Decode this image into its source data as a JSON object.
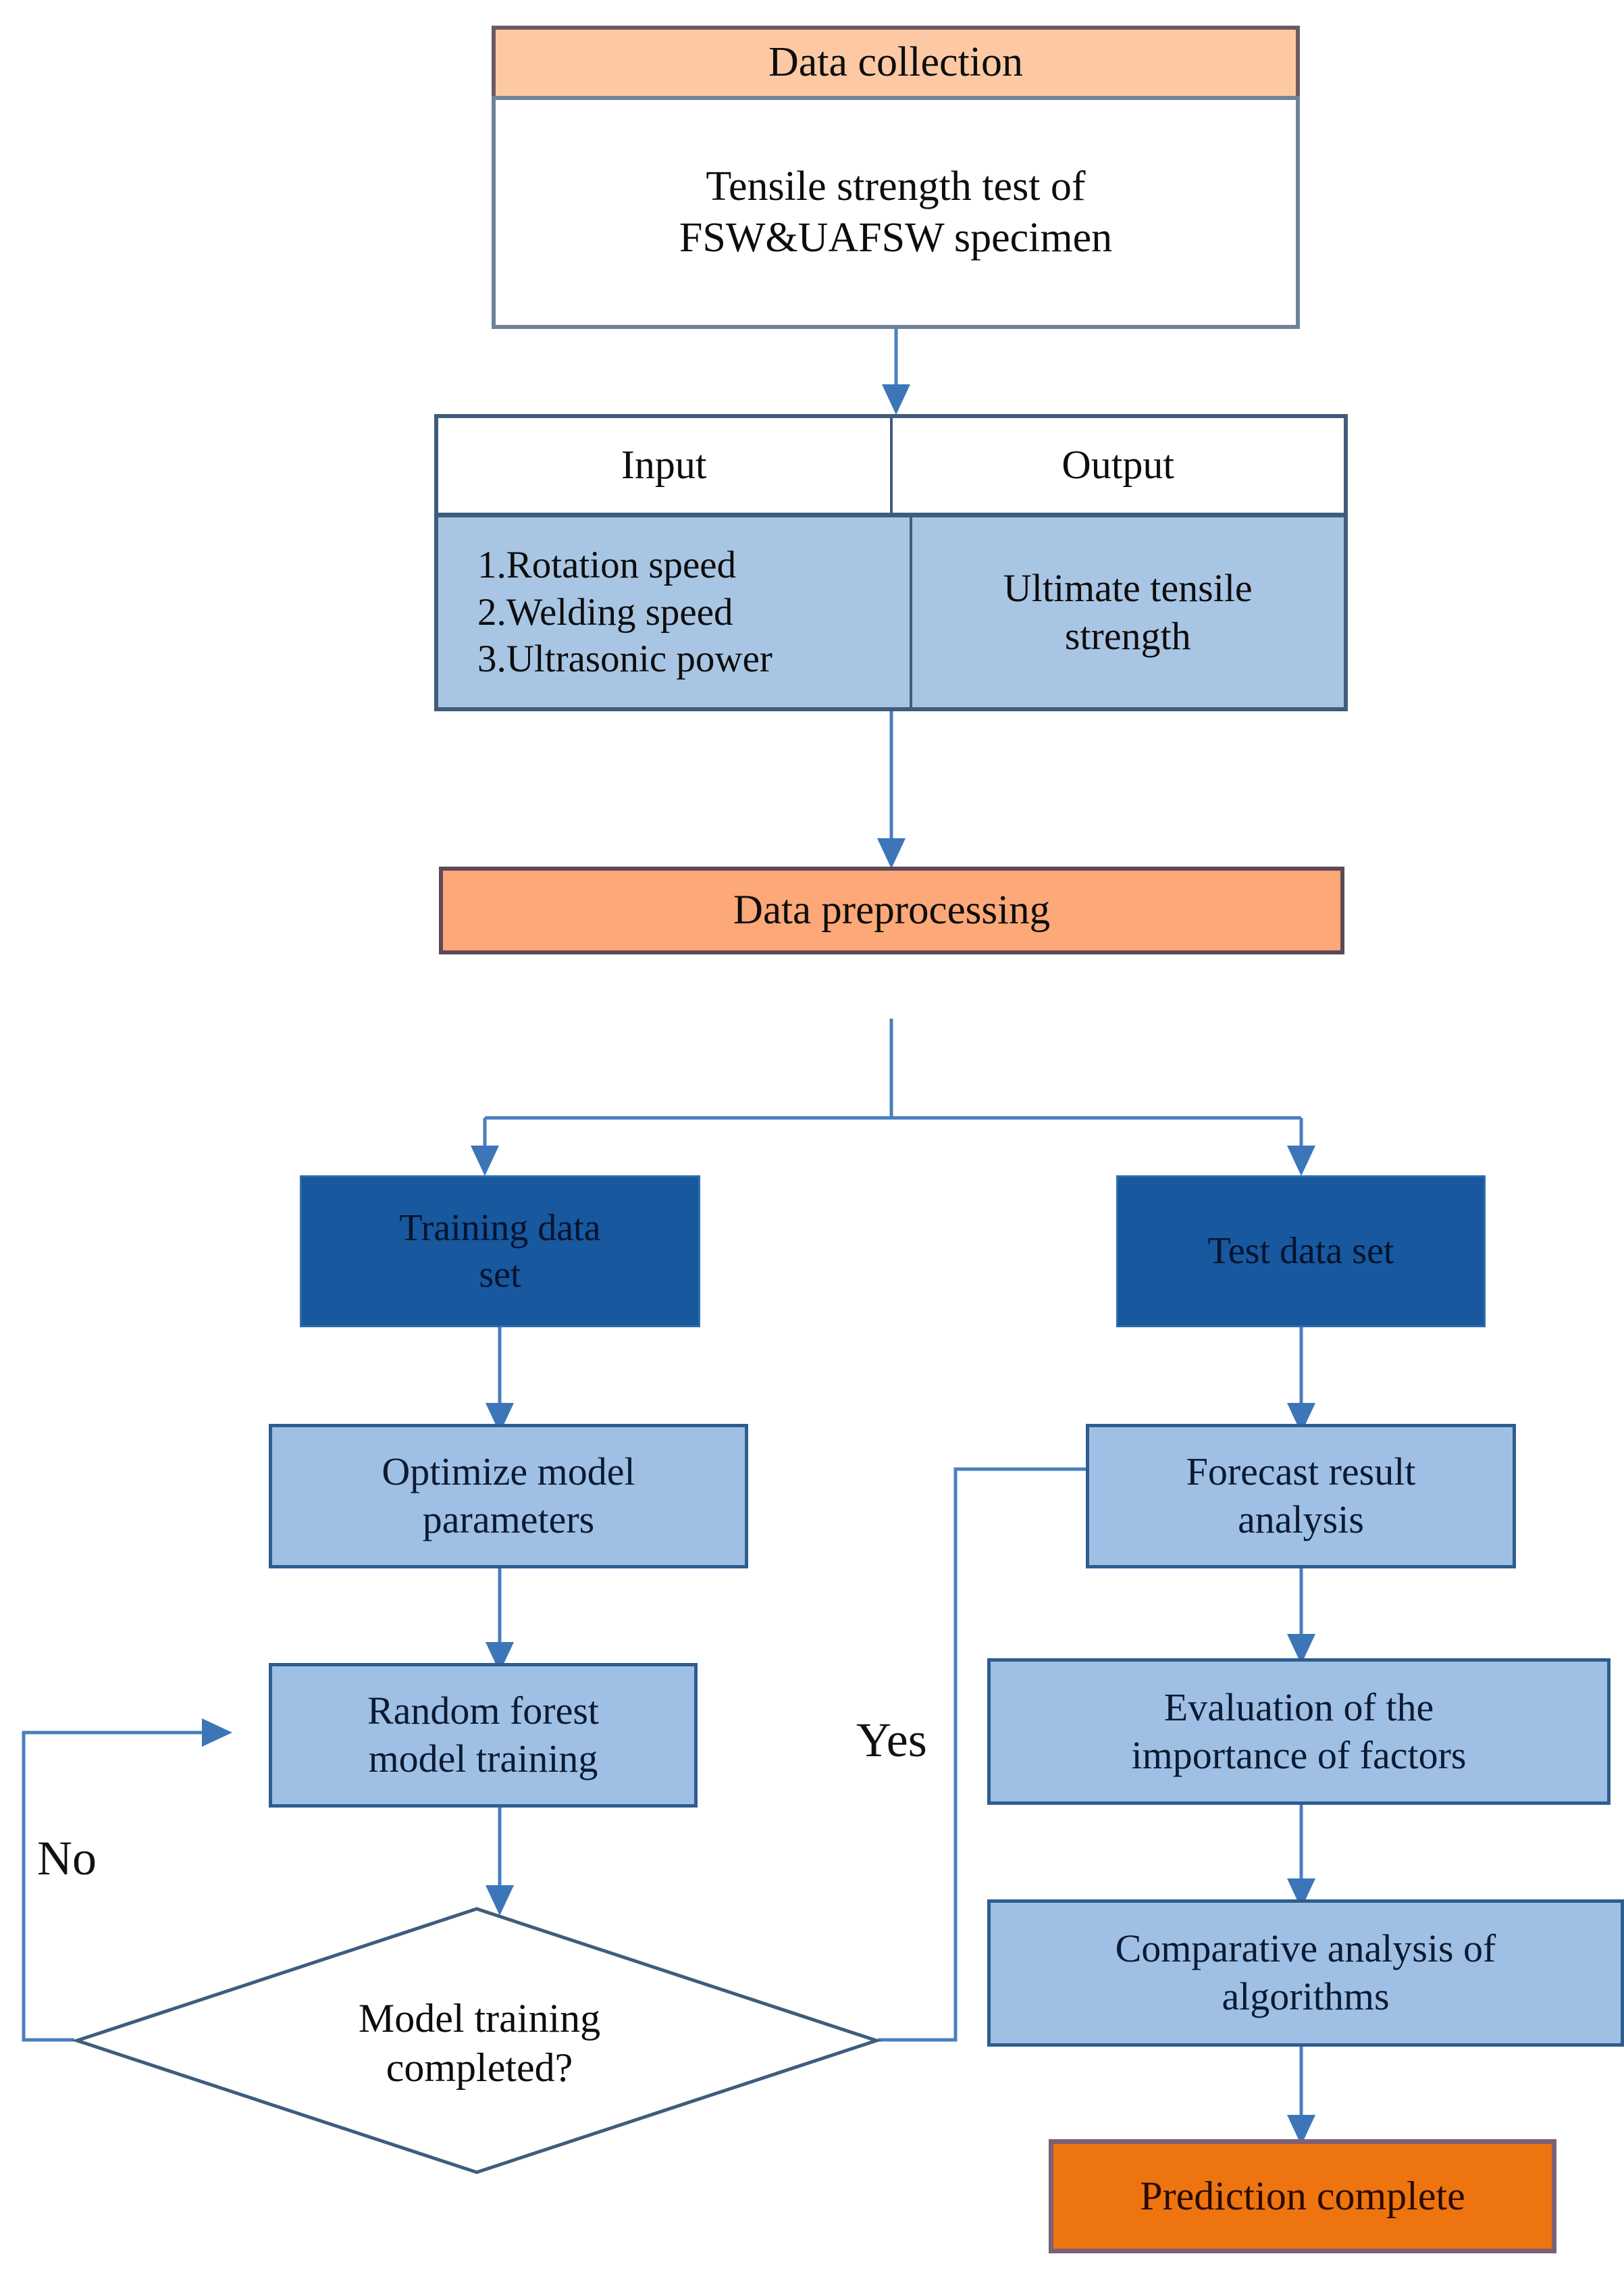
{
  "diagram": {
    "title": "Random forest prediction workflow for FSW/UAFSW tensile strength",
    "type": "flowchart",
    "colors": {
      "header_orange": "#FCC9A4",
      "process_orange": "#FCA878",
      "terminal_orange": "#EE7410",
      "dataset_dark_blue": "#17589E",
      "step_light_blue": "#9FC0E4",
      "connector_blue": "#4A7FBE",
      "box_outline": "#2E5D8E"
    },
    "nodes": {
      "data_collection_header": "Data collection",
      "data_collection_body": "Tensile strength test of\nFSW&UAFSW specimen",
      "io_table": {
        "headers": [
          "Input",
          "Output"
        ],
        "input_items": "1.Rotation speed\n2.Welding speed\n3.Ultrasonic power",
        "output_items": "Ultimate tensile\nstrength"
      },
      "data_preprocessing": "Data preprocessing",
      "training_data_set": "Training data\nset",
      "test_data_set": "Test data set",
      "optimize_model_parameters": "Optimize model\nparameters",
      "random_forest_model_training": "Random forest\nmodel training",
      "decision": "Model training\ncompleted?",
      "forecast_result_analysis": "Forecast result\nanalysis",
      "evaluation_importance": "Evaluation of the\nimportance of factors",
      "comparative_analysis": "Comparative analysis of\nalgorithms",
      "prediction_complete": "Prediction complete"
    },
    "edge_labels": {
      "no": "No",
      "yes": "Yes"
    }
  }
}
